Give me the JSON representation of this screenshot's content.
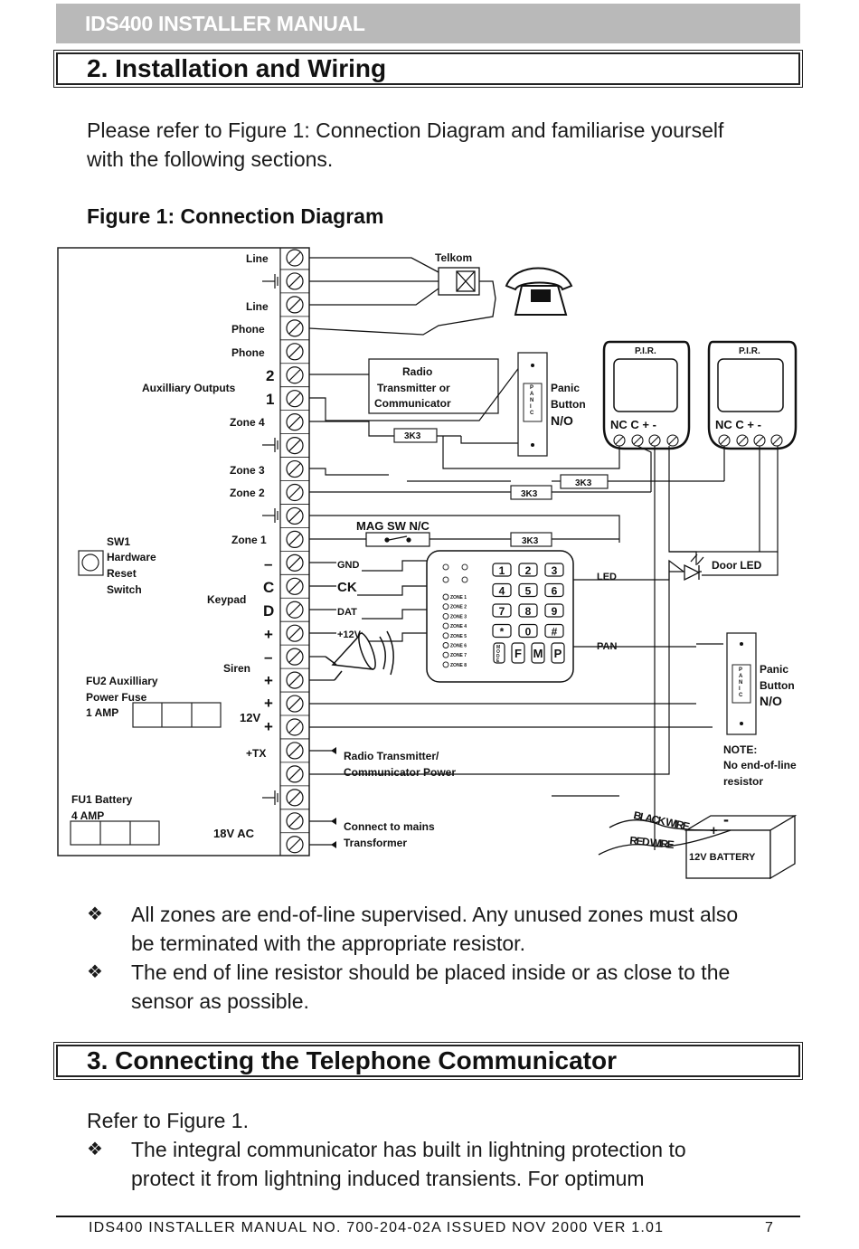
{
  "header": {
    "title": "IDS400 INSTALLER MANUAL"
  },
  "section2": {
    "heading": "2.   Installation and Wiring"
  },
  "intro": {
    "line1": "Please refer to Figure 1: Connection Diagram and familiarise yourself",
    "line2": "with the following sections."
  },
  "figure": {
    "caption": "Figure 1: Connection Diagram",
    "terminals": {
      "line1": "Line",
      "earth": "Earth",
      "line2": "Line",
      "phone1": "Phone",
      "phone2": "Phone",
      "aux_outputs": "Auxilliary Outputs",
      "out2": "2",
      "out1": "1",
      "zone4": "Zone 4",
      "zone3": "Zone 3",
      "zone2": "Zone 2",
      "zone1": "Zone 1",
      "keypad": "Keypad",
      "k_minus": "–",
      "k_c": "C",
      "k_d": "D",
      "k_plus": "+",
      "siren": "Siren",
      "s_minus": "–",
      "s_plus": "+",
      "v12_plus1": "+",
      "v12": "12V",
      "v12_plus2": "+",
      "tx": "+TX",
      "ac": "18V AC"
    },
    "left_labels": {
      "sw1_1": "SW1",
      "sw1_2": "Hardware",
      "sw1_3": "Reset",
      "sw1_4": "Switch",
      "fu2_1": "FU2 Auxilliary",
      "fu2_2": "Power Fuse",
      "fu2_3": "1 AMP",
      "fu1_1": "FU1 Battery",
      "fu1_2": "4 AMP"
    },
    "devices": {
      "telkom": "Telkom",
      "radio1": "Radio",
      "radio2": "Transmitter or",
      "radio3": "Communicator",
      "panic_tag": "PANIC",
      "panic1_1": "Panic",
      "panic1_2": "Button",
      "panic1_3": "N/O",
      "pir": "P.I.R.",
      "pir_terms": "NC C  +   -",
      "res": "3K3",
      "magsw": "MAG SW N/C",
      "gnd": "GND",
      "ck": "CK",
      "dat": "DAT",
      "v12in": "+12V",
      "led": "LED",
      "pan": "PAN",
      "door_led": "Door LED",
      "panic2_1": "Panic",
      "panic2_2": "Button",
      "panic2_3": "N/O",
      "note1": "NOTE:",
      "note2": "No end-of-line",
      "note3": "resistor",
      "radio_pwr1": "Radio Transmitter/",
      "radio_pwr2": "Communicator Power",
      "mains1": "Connect to mains",
      "mains2": "Transformer",
      "black_wire": "BLACK WIRE",
      "red_wire": "RED WIRE",
      "battery": "12V BATTERY",
      "bat_minus": "-",
      "bat_plus": "+",
      "keys": [
        "1",
        "2",
        "3",
        "4",
        "5",
        "6",
        "7",
        "8",
        "9",
        "*",
        "0",
        "#"
      ],
      "fkeys": [
        "F",
        "M",
        "P"
      ],
      "mode": "MODE",
      "zones": [
        "ZONE 1",
        "ZONE 2",
        "ZONE 3",
        "ZONE 4",
        "ZONE 5",
        "ZONE 6",
        "ZONE 7",
        "ZONE 8"
      ]
    }
  },
  "bullets": {
    "b1_line1": "All zones are end-of-line supervised. Any unused zones must also",
    "b1_line2": "be  terminated with the appropriate resistor.",
    "b2_line1": "The end of line resistor should be placed inside or as close to the",
    "b2_line2": "sensor as possible.",
    "symbol": "❖"
  },
  "section3": {
    "heading": "3.   Connecting  the  Telephone  Communicator"
  },
  "refer": "Refer to Figure 1.",
  "bullet3": {
    "line1": "The integral communicator has built in lightning protection to",
    "line2": "protect it from lightning induced transients. For optimum"
  },
  "footer": {
    "text": "IDS400  INSTALLER  MANUAL  NO.  700-204-02A  ISSUED  NOV  2000  VER  1.01",
    "page": "7"
  }
}
